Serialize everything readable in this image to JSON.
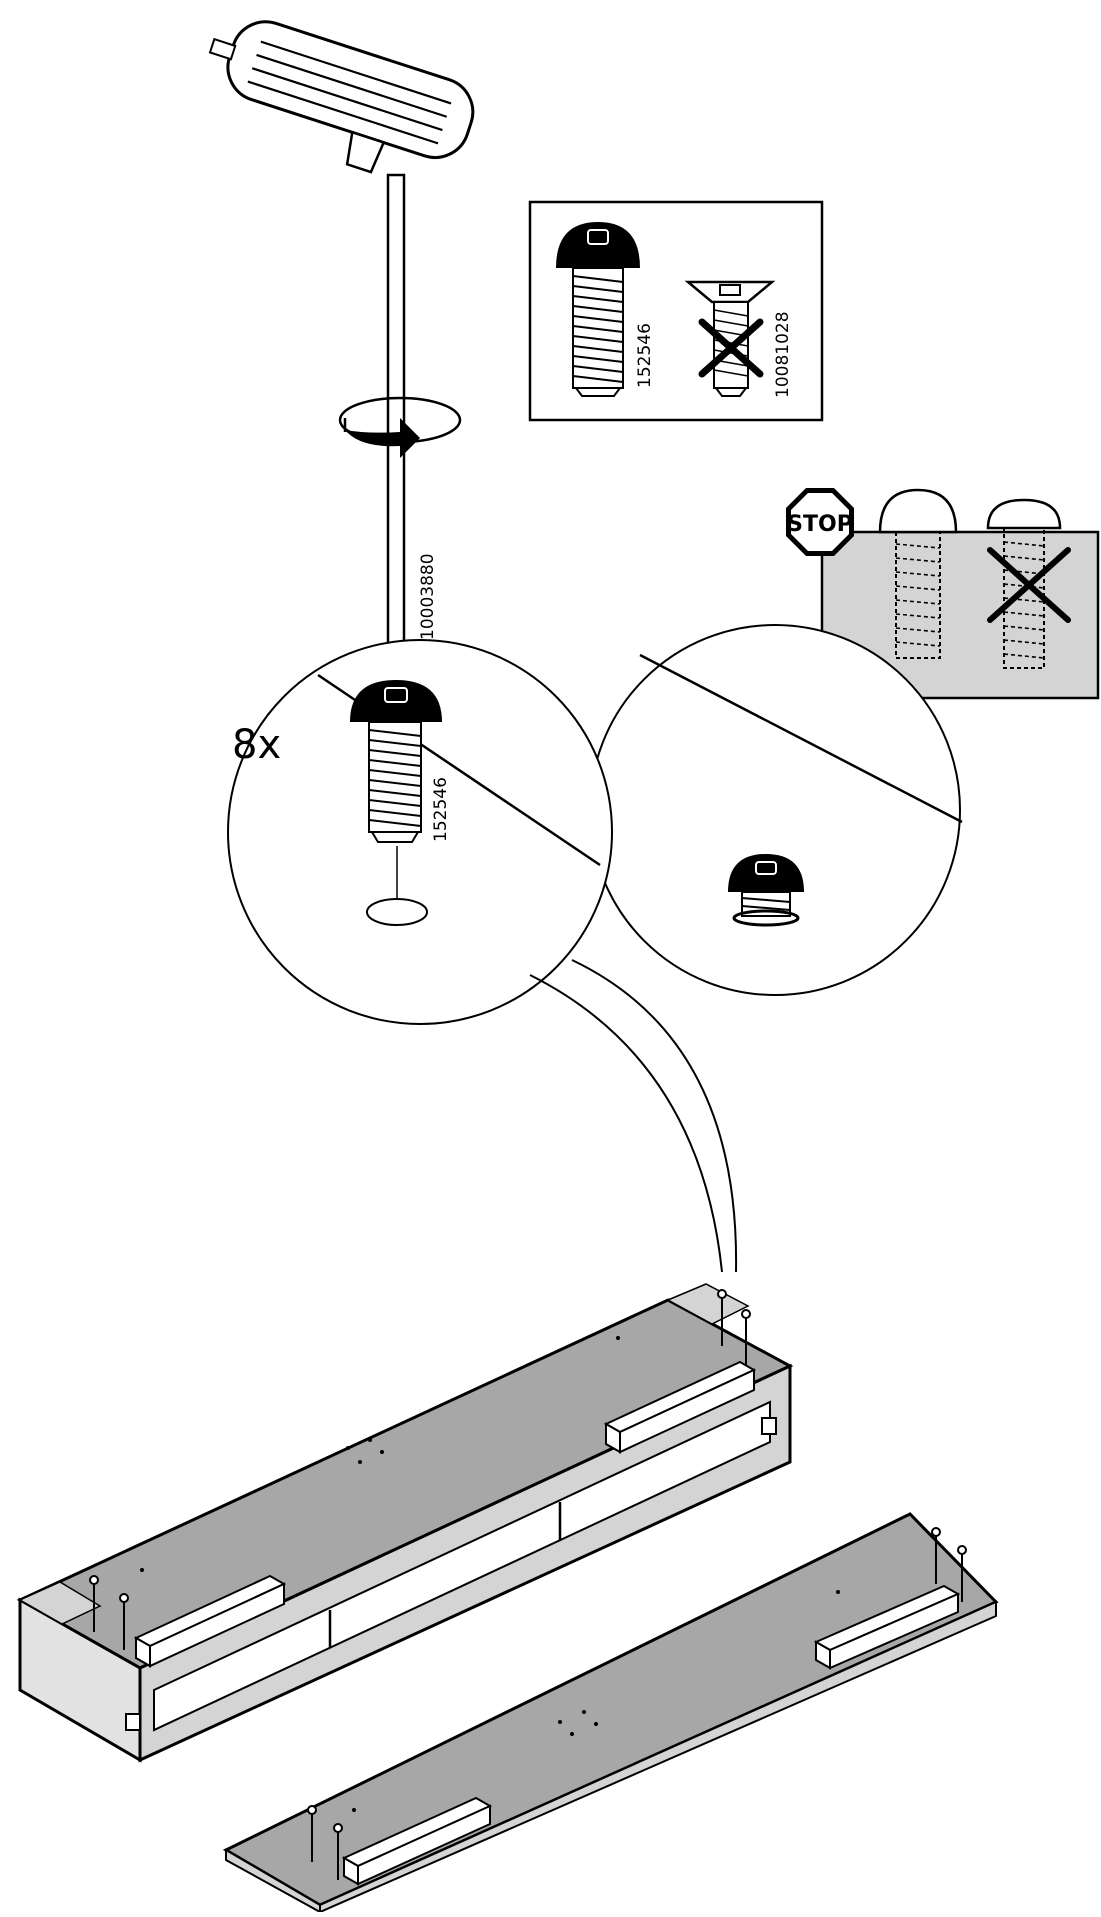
{
  "quantity": "8x",
  "parts": {
    "screw": "152546",
    "wrong_screw": "10081028",
    "allen_key": "10003880"
  },
  "callout": {
    "screw_label": "152546"
  },
  "warning": {
    "stop_label": "STOP"
  },
  "colors": {
    "panel": "#a7a7a7",
    "panel_edge": "#d4d4d4",
    "inset": "#cfcfcf",
    "line": "#000000"
  }
}
